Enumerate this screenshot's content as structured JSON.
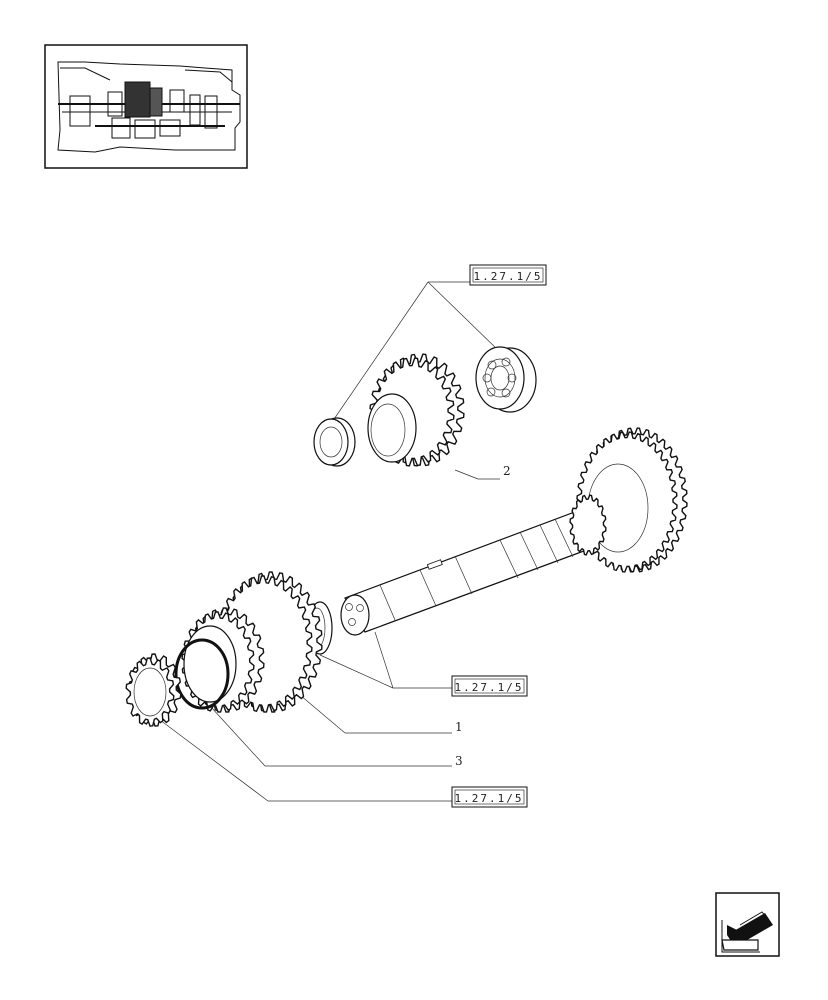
{
  "references": {
    "top": "1.27.1/5",
    "middle": "1.27.1/5",
    "bottom": "1.27.1/5"
  },
  "callouts": {
    "gear_main": "1",
    "gear_top": "2",
    "ring": "3"
  },
  "icons": {
    "thumbnail": "transmission-overview-icon",
    "navigation": "back-arrow-icon"
  }
}
